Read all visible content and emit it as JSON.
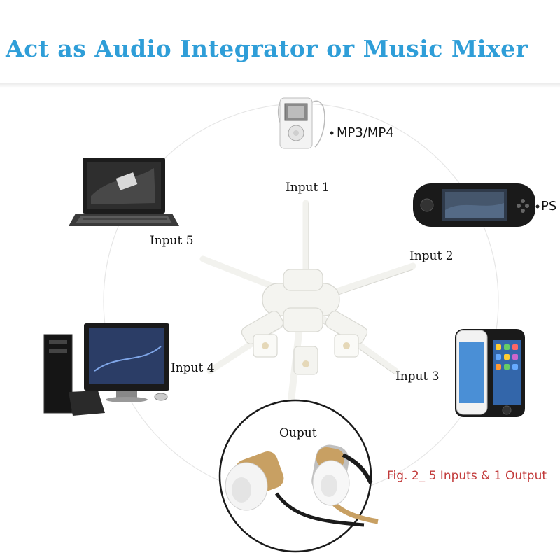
{
  "title": "Act as Audio Integrator or Music Mixer",
  "inputs": {
    "input1": "Input 1",
    "input2": "Input 2",
    "input3": "Input 3",
    "input4": "Input 4",
    "input5": "Input 5"
  },
  "output_label": "Ouput",
  "devices": {
    "mp3": "MP3/MP4",
    "psp": "PS"
  },
  "caption": "Fig. 2_ 5 Inputs & 1 Output",
  "colors": {
    "title": "#2f9ed8",
    "caption": "#c23a3a",
    "cable": "#f2f2ee",
    "gold": "#c8a063"
  }
}
